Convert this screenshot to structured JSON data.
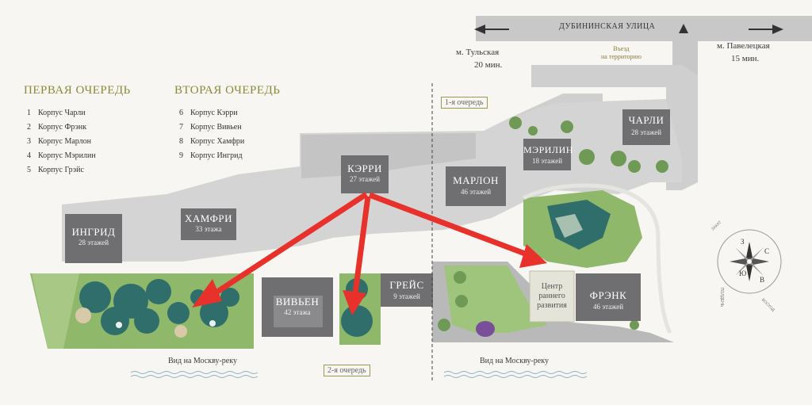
{
  "queues": {
    "first": {
      "title": "ПЕРВАЯ ОЧЕРЕДЬ",
      "items": [
        {
          "n": "1",
          "label": "Корпус Чарли"
        },
        {
          "n": "2",
          "label": "Корпус Фрэнк"
        },
        {
          "n": "3",
          "label": "Корпус Марлон"
        },
        {
          "n": "4",
          "label": "Корпус Мэрилин"
        },
        {
          "n": "5",
          "label": "Корпус Грэйс"
        }
      ]
    },
    "second": {
      "title": "ВТОРАЯ ОЧЕРЕДЬ",
      "items": [
        {
          "n": "6",
          "label": "Корпус Кэрри"
        },
        {
          "n": "7",
          "label": "Корпус Вивьен"
        },
        {
          "n": "8",
          "label": "Корпус Хамфри"
        },
        {
          "n": "9",
          "label": "Корпус Ингрид"
        }
      ]
    }
  },
  "streets": {
    "dubininskaya": "ДУБИНИНСКАЯ УЛИЦА",
    "entry": "Въезд\nна территорию",
    "tulskaya": "м. Тульская",
    "tulskaya_time": "20 мин.",
    "paveletskaya": "м. Павелецкая",
    "paveletskaya_time": "15 мин."
  },
  "phase_tags": {
    "phase1": "1-я очередь",
    "phase2": "2-я очередь"
  },
  "views": {
    "left": "Вид на Москву-реку",
    "right": "Вид на Москву-реку"
  },
  "buildings": {
    "charli": {
      "name": "ЧАРЛИ",
      "floors": "28 этажей"
    },
    "merilin": {
      "name": "МЭРИЛИН",
      "floors": "18 этажей"
    },
    "kerri": {
      "name": "КЭРРИ",
      "floors": "27 этажей"
    },
    "marlon": {
      "name": "МАРЛОН",
      "floors": "46 этажей"
    },
    "ingrid": {
      "name": "ИНГРИД",
      "floors": "28 этажей"
    },
    "hamfri": {
      "name": "ХАМФРИ",
      "floors": "33 этажа"
    },
    "vivien": {
      "name": "ВИВЬЕН",
      "floors": "42 этажа"
    },
    "greis": {
      "name": "ГРЕЙС",
      "floors": "9 этажей"
    },
    "frenk": {
      "name": "ФРЭНК",
      "floors": "46 этажей"
    },
    "center": {
      "name": "Центр\nраннего\nразвития"
    }
  },
  "compass": {
    "n": "С",
    "s": "Ю",
    "e": "В",
    "w": "З",
    "sunset": "ЗАКАТ",
    "sunrise": "ВОСХОД",
    "noon": "ПОЛДЕНЬ"
  },
  "colors": {
    "arrow": "#e8312a",
    "building": "#6f6f71",
    "building_light": "#8a8a8c",
    "park": "#8fb86a",
    "pond": "#2f6e6a",
    "road": "#c9c9c9",
    "accent": "#9a9a4a"
  }
}
